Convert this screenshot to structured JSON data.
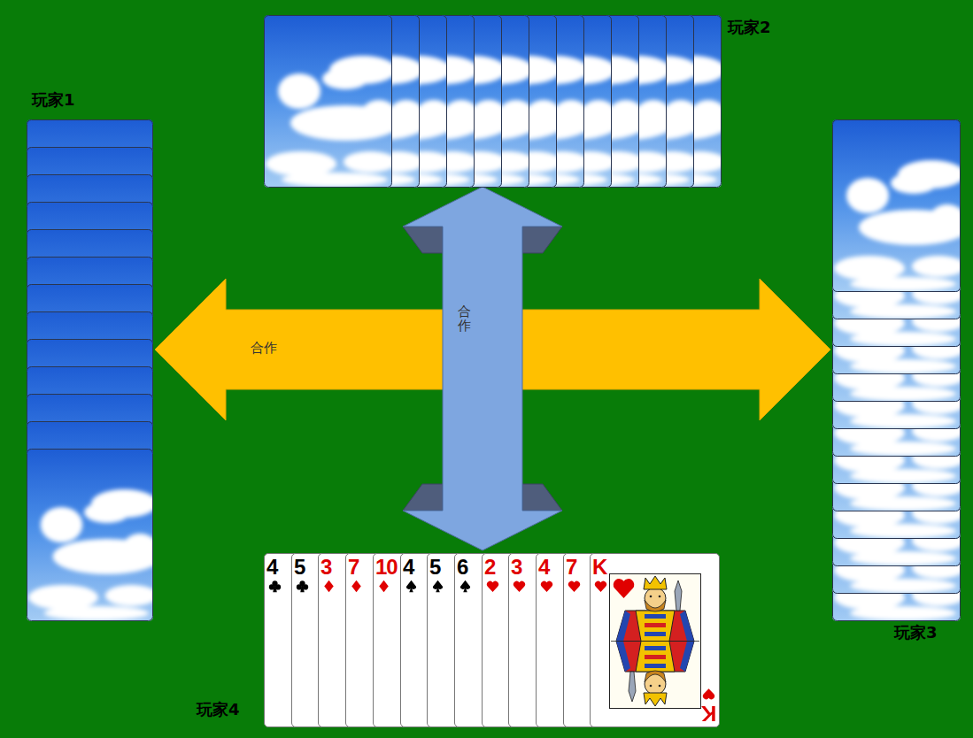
{
  "diagram": {
    "nodes": [
      {
        "text": [
          "玩家1"
        ]
      },
      {
        "text": [
          "玩家2"
        ]
      },
      {
        "text": [
          "玩家3"
        ]
      },
      {
        "text": [
          "玩家4"
        ]
      },
      {
        "text": [
          "4"
        ],
        "in": 3
      },
      {
        "text": [
          "5"
        ],
        "in": 3
      },
      {
        "text": [
          "3"
        ],
        "in": 3
      },
      {
        "text": [
          "7"
        ],
        "in": 3
      },
      {
        "text": [
          "10"
        ],
        "in": 3
      },
      {
        "text": [
          "4"
        ],
        "in": 3
      },
      {
        "text": [
          "5"
        ],
        "in": 3
      },
      {
        "text": [
          "6"
        ],
        "in": 3
      },
      {
        "text": [
          "2"
        ],
        "in": 3
      },
      {
        "text": [
          "3"
        ],
        "in": 3
      },
      {
        "text": [
          "4"
        ],
        "in": 3
      },
      {
        "text": [
          "7"
        ],
        "in": 3
      },
      {
        "text": [
          "K",
          "K"
        ],
        "in": 3
      }
    ],
    "edges": [
      {
        "from": 0,
        "to": 2,
        "arrow": "both",
        "label": "合作"
      },
      {
        "from": 1,
        "to": 3,
        "arrow": "both",
        "label": "合作"
      }
    ]
  }
}
